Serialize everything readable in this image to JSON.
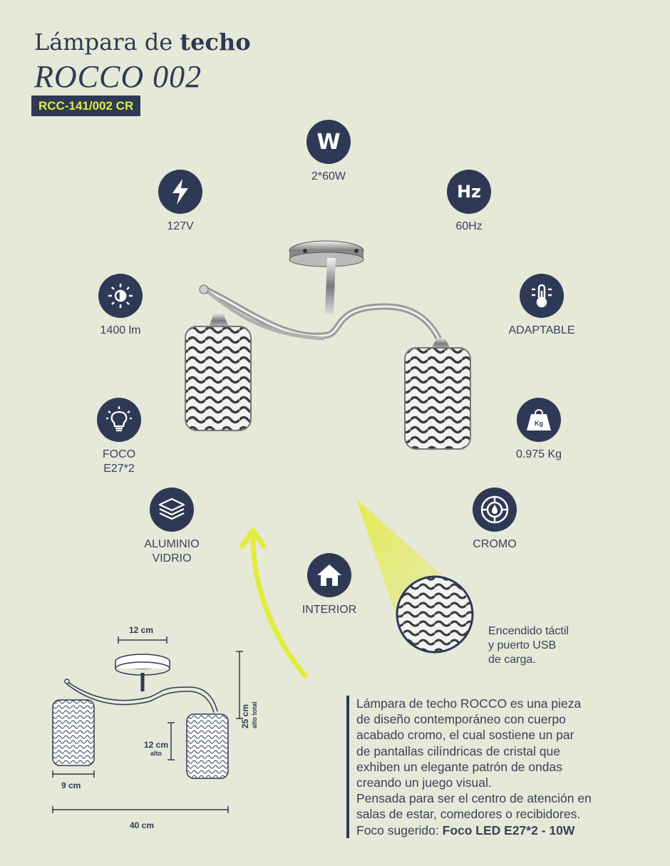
{
  "header": {
    "title_prefix": "Lámpara de",
    "title_bold": "techo",
    "model": "ROCCO 002",
    "code": "RCC-141/002 CR"
  },
  "specs": {
    "watts": {
      "icon": "watt-icon",
      "label": "2*60W"
    },
    "voltage": {
      "icon": "lightning-icon",
      "label": "127V"
    },
    "frequency": {
      "icon": "hz-icon",
      "label": "60Hz"
    },
    "lumens": {
      "icon": "brightness-icon",
      "label": "1400 lm"
    },
    "temperature": {
      "icon": "thermometer-icon",
      "label": "ADAPTABLE"
    },
    "bulb": {
      "icon": "bulb-icon",
      "label": "FOCO\nE27*2"
    },
    "weight": {
      "icon": "weight-icon",
      "label": "0.975 Kg",
      "badge": "Kg"
    },
    "material": {
      "icon": "layers-icon",
      "label": "ALUMINIO\nVIDRIO"
    },
    "finish": {
      "icon": "finish-icon",
      "label": "CROMO"
    },
    "usage": {
      "icon": "house-icon",
      "label": "INTERIOR"
    },
    "watt_glyph": "W",
    "hz_glyph": "Hz"
  },
  "touch": {
    "line1": "Encendido táctil",
    "line2": "y puerto USB",
    "line3": "de carga."
  },
  "dimensions": {
    "base_width": "12 cm",
    "height_total": "25 cm",
    "height_total_note": "alto total",
    "shade_height": "12 cm",
    "shade_height_note": "alto",
    "shade_width": "9 cm",
    "total_width": "40 cm"
  },
  "description": {
    "lines": [
      "Lámpara de techo ROCCO es una pieza",
      "de diseño contemporáneo con cuerpo",
      "acabado cromo, el cual sostiene un par",
      "de pantallas cilíndricas de cristal que",
      "exhiben un elegante patrón de ondas",
      "creando un juego visual.",
      "Pensada para ser el centro de atención en",
      "salas de estar, comedores o recibidores."
    ],
    "suggested_prefix": "Foco sugerido: ",
    "suggested_bulb": "Foco LED E27*2 - 10W"
  },
  "colors": {
    "background": "#e6e8d8",
    "navy": "#2e3a55",
    "accent": "#e3ec3a"
  }
}
